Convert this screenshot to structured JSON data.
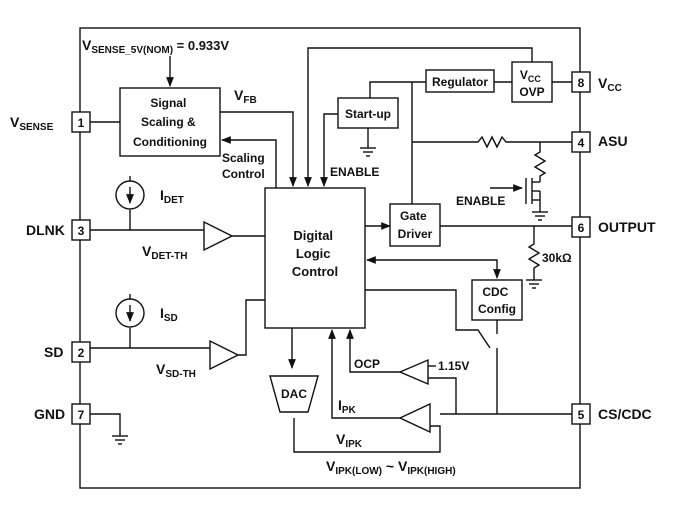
{
  "note": {
    "prefix": "V",
    "sub": "SENSE_5V(NOM)",
    "suffix": " = 0.933V"
  },
  "pins": [
    {
      "num": "1",
      "name": "V",
      "sub": "SENSE"
    },
    {
      "num": "3",
      "name": "DLNK",
      "sub": ""
    },
    {
      "num": "2",
      "name": "SD",
      "sub": ""
    },
    {
      "num": "7",
      "name": "GND",
      "sub": ""
    },
    {
      "num": "8",
      "name": "V",
      "sub": "CC"
    },
    {
      "num": "4",
      "name": "ASU",
      "sub": ""
    },
    {
      "num": "6",
      "name": "OUTPUT",
      "sub": ""
    },
    {
      "num": "5",
      "name": "CS/CDC",
      "sub": ""
    }
  ],
  "blocks": {
    "signal_scaling": [
      "Signal",
      "Scaling &",
      "Conditioning"
    ],
    "digital_logic": [
      "Digital",
      "Logic",
      "Control"
    ],
    "regulator": "Regulator",
    "vcc_ovp": {
      "line1": "V",
      "line1_sub": "CC",
      "line2": "OVP"
    },
    "startup": "Start-up",
    "gate_driver": [
      "Gate",
      "Driver"
    ],
    "cdc_config": [
      "CDC",
      "Config"
    ],
    "dac": "DAC"
  },
  "labels": {
    "vfb": {
      "main": "V",
      "sub": "FB"
    },
    "scaling_control": [
      "Scaling",
      "Control"
    ],
    "enable_top": "ENABLE",
    "enable_fet": "ENABLE",
    "idet": {
      "main": "I",
      "sub": "DET"
    },
    "vdet_th": {
      "main": "V",
      "sub": "DET-TH"
    },
    "isd": {
      "main": "I",
      "sub": "SD"
    },
    "vsd_th": {
      "main": "V",
      "sub": "SD-TH"
    },
    "ocp": "OCP",
    "ocp_ref": "1.15V",
    "ipk": {
      "main": "I",
      "sub": "PK"
    },
    "vipk": {
      "main": "V",
      "sub": "IPK"
    },
    "vipk_range": {
      "a": "V",
      "a_sub": "IPK(LOW)",
      "mid": " ~ ",
      "b": "V",
      "b_sub": "IPK(HIGH)"
    },
    "resistor": "30kΩ"
  }
}
